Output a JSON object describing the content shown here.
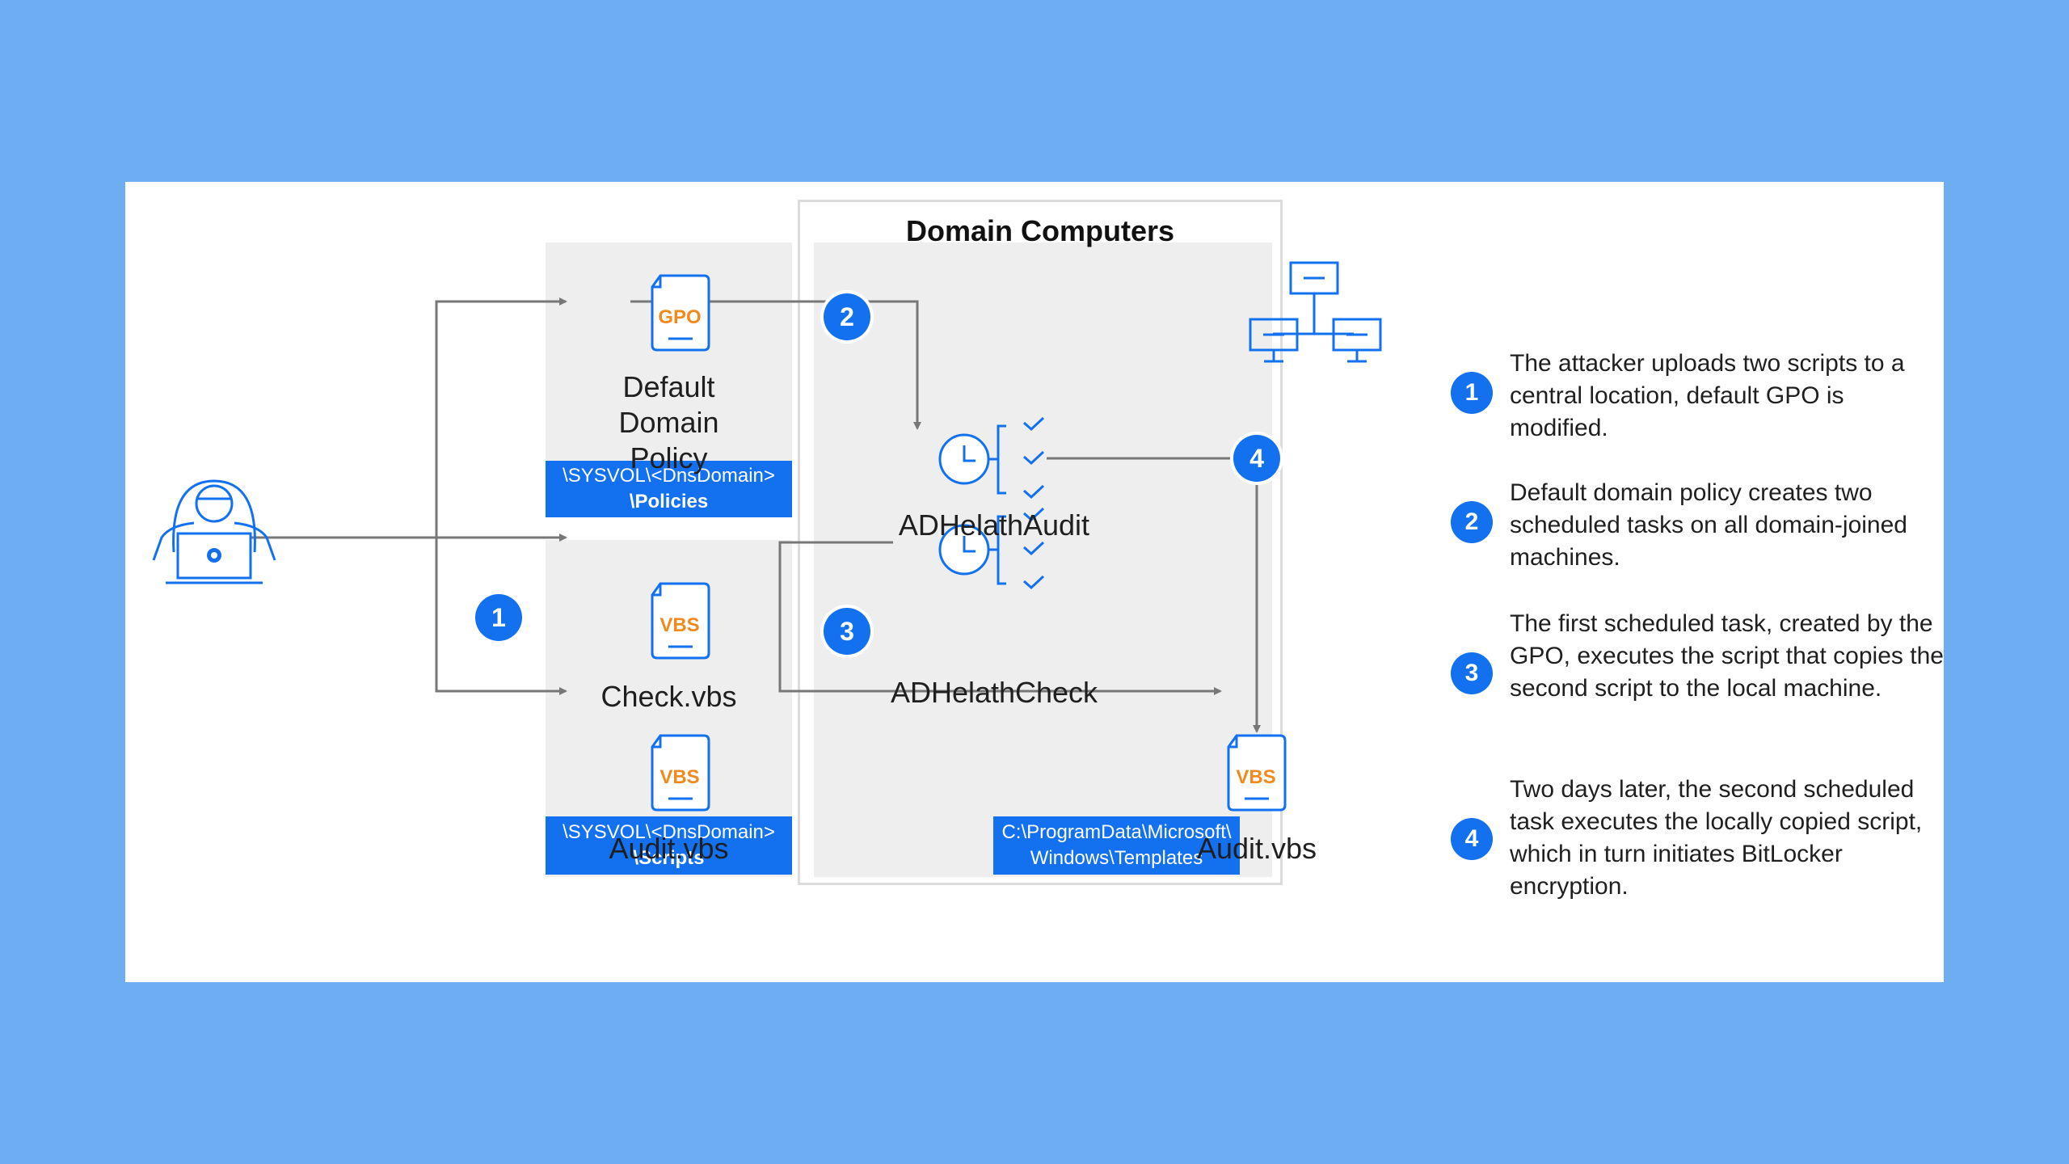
{
  "diagram": {
    "domain_title": "Domain Computers",
    "gpo_tag": "GPO",
    "vbs_tag": "VBS",
    "policy_label": [
      "Default",
      "Domain",
      "Policy"
    ],
    "policies_path": {
      "line1": "\\SYSVOL\\<DnsDomain>",
      "line2": "\\Policies"
    },
    "scripts_path": {
      "line1": "\\SYSVOL\\<DnsDomain>",
      "line2": "\\Scripts"
    },
    "local_path": {
      "line1": "C:\\ProgramData\\Microsoft\\",
      "line2": "Windows\\Templates"
    },
    "check_label": "Check.vbs",
    "audit_label": "Audit.vbs",
    "local_audit_label": "Audit.vbs",
    "task_audit": "ADHelathAudit",
    "task_check": "ADHelathCheck",
    "badges": [
      "1",
      "2",
      "3",
      "4"
    ],
    "icons": [
      "hacker-icon",
      "file-icon",
      "clock-icon",
      "checklist-icon",
      "network-computers-icon"
    ],
    "colors": {
      "accent": "#1371f0",
      "file_tag": "#f18a1c",
      "background": "#6eadf3",
      "panel": "#eeeeee"
    }
  },
  "steps": [
    {
      "num": "1",
      "text": "The attacker uploads two scripts to a central location, default GPO is modified."
    },
    {
      "num": "2",
      "text": "Default domain policy creates two scheduled tasks on all domain-joined machines."
    },
    {
      "num": "3",
      "text": "The first scheduled task, created by the GPO, executes the script that copies the second script to the local machine."
    },
    {
      "num": "4",
      "text": "Two days later, the second scheduled task executes the locally copied script, which in turn initiates BitLocker encryption."
    }
  ]
}
